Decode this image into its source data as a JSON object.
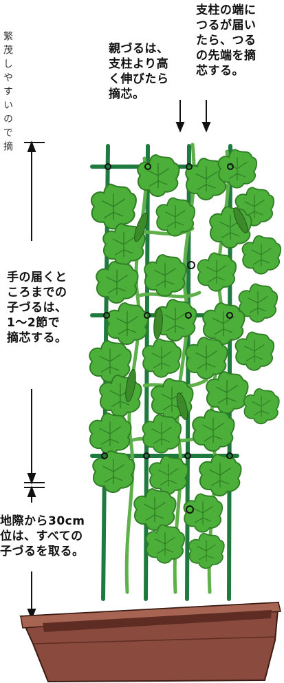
{
  "labels": {
    "top_right": "支柱の端に\nつるが届い\nたら、つる\nの先端を摘\n芯する。",
    "top_middle": "親づるは、\n支柱より高\nく伸びたら\n摘芯。",
    "middle_left": "手の届くと\nころまでの\n子づるは、\n1～2節で\n摘芯する。",
    "bottom_left": "地際から30cm\n位は、すべての\n子づるを取る。"
  },
  "edge_text": "繁茂しやすいので摘",
  "colors": {
    "leaf": "#4caf3a",
    "leaf_dark": "#2f7d24",
    "stake": "#1f7a3f",
    "pot": "#8a4a3d",
    "pot_dark": "#5e2c22",
    "pot_light": "#a86452",
    "fruit": "#3d8a2a"
  },
  "icons": [
    "down-arrow-icon",
    "measure-arrow-icon",
    "cucumber-plant-icon",
    "planter-pot-icon"
  ]
}
